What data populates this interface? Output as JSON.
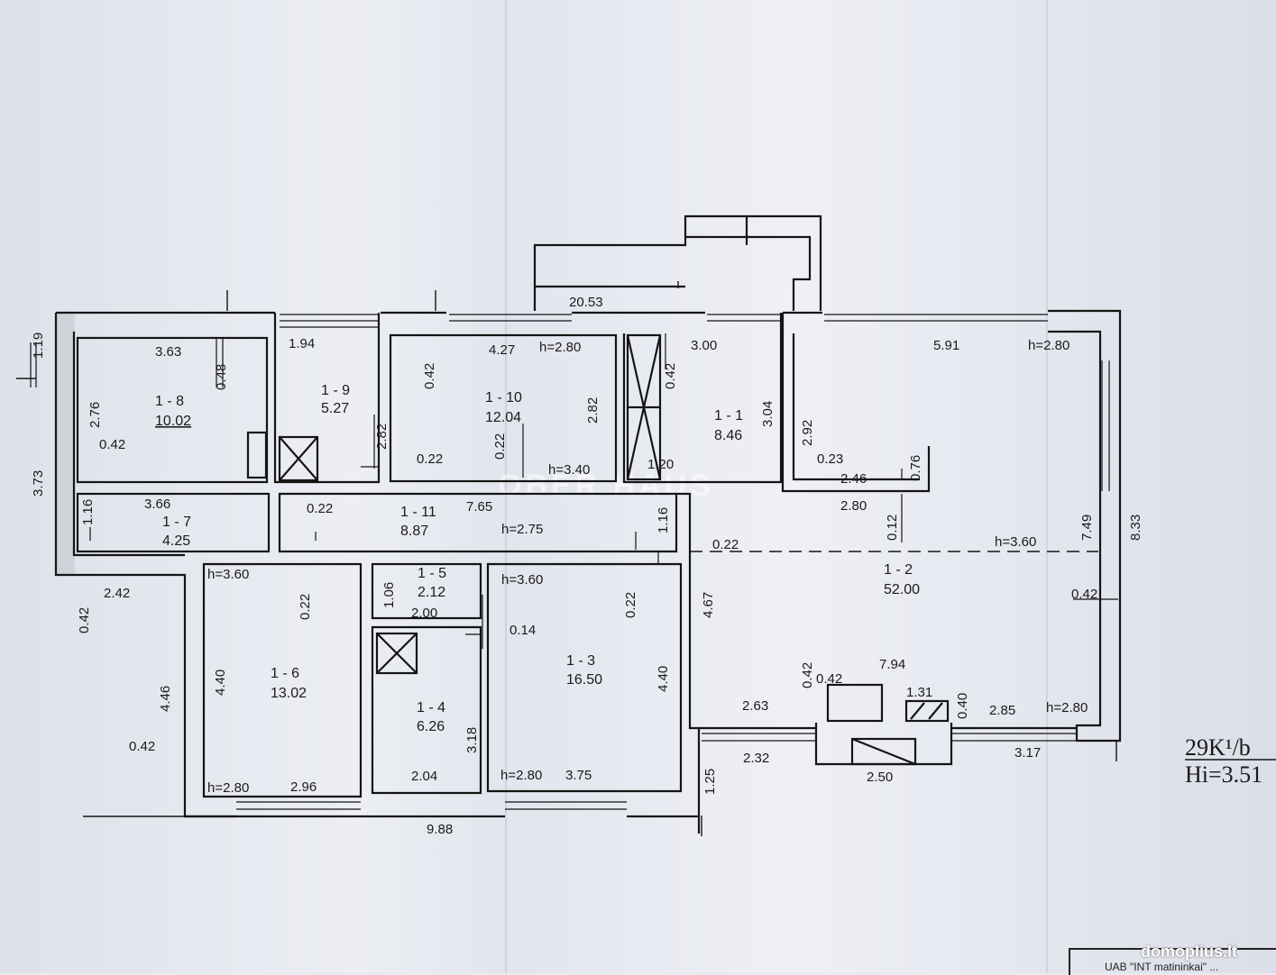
{
  "rooms": [
    {
      "id": "1 - 8",
      "area": "10.02"
    },
    {
      "id": "1 - 9",
      "area": "5.27"
    },
    {
      "id": "1 - 10",
      "area": "12.04"
    },
    {
      "id": "1 - 1",
      "area": "8.46"
    },
    {
      "id": "1 - 7",
      "area": "4.25"
    },
    {
      "id": "1 - 11",
      "area": "8.87"
    },
    {
      "id": "1 - 2",
      "area": "52.00"
    },
    {
      "id": "1 - 5",
      "area": "2.12"
    },
    {
      "id": "1 - 6",
      "area": "13.02"
    },
    {
      "id": "1 - 4",
      "area": "6.26"
    },
    {
      "id": "1 - 3",
      "area": "16.50"
    }
  ],
  "dimensions": [
    "20.53",
    "1.19",
    "3.63",
    "0.48",
    "2.76",
    "0.42",
    "1.94",
    "4.27",
    "h=2.80",
    "0.42",
    "2.82",
    "0.22",
    "0.22",
    "h=3.40",
    "3.00",
    "0.42",
    "3.04",
    "1.20",
    "5.91",
    "h=2.80",
    "2.92",
    "0.23",
    "2.46",
    "0.76",
    "2.82",
    "3.73",
    "3.66",
    "1.16",
    "0.22",
    "7.65",
    "h=2.75",
    "1.16",
    "2.80",
    "0.12",
    "0.22",
    "h=3.60",
    "7.49",
    "8.33",
    "h=3.60",
    "0.22",
    "1.06",
    "2.00",
    "h=3.60",
    "0.22",
    "0.14",
    "4.67",
    "0.42",
    "0.42",
    "2.42",
    "4.40",
    "4.46",
    "4.40",
    "0.42",
    "7.94",
    "0.42",
    "1.31",
    "0.40",
    "2.63",
    "2.85",
    "h=2.80",
    "3.18",
    "2.32",
    "3.17",
    "2.50",
    "0.42",
    "h=2.80",
    "2.96",
    "2.04",
    "h=2.80",
    "3.75",
    "1.25",
    "9.88"
  ],
  "stamp": {
    "line1": "29K¹/b",
    "line2": "Hi=3.51"
  },
  "watermark": "domoplius.lt",
  "ghost_watermark": "OBER HAUS",
  "title_block": "UAB \"INT matininkai\" ..."
}
